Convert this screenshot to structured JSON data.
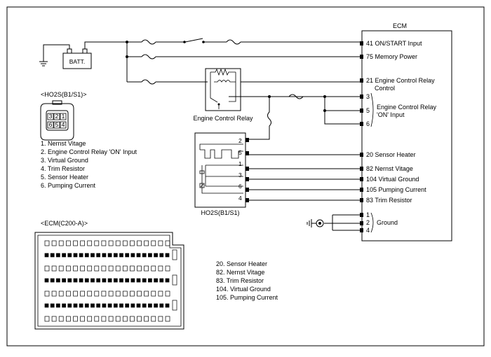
{
  "ecm": {
    "title": "ECM",
    "pins": [
      {
        "num": "41",
        "label": "ON/START Input"
      },
      {
        "num": "75",
        "label": "Memory Power"
      },
      {
        "num": "21",
        "label": "Engine Control Relay"
      },
      {
        "num": "",
        "label": "Control"
      },
      {
        "num": "3",
        "label": ""
      },
      {
        "num": "5",
        "label": ""
      },
      {
        "num": "6",
        "label": ""
      },
      {
        "num": "20",
        "label": "Sensor Heater"
      },
      {
        "num": "82",
        "label": "Nernst Vitage"
      },
      {
        "num": "104",
        "label": "Virtual Ground"
      },
      {
        "num": "105",
        "label": "Pumping Current"
      },
      {
        "num": "83",
        "label": "Trim Resistor"
      },
      {
        "num": "1",
        "label": ""
      },
      {
        "num": "2",
        "label": ""
      },
      {
        "num": "4",
        "label": ""
      }
    ],
    "relay_on_input": [
      "Engine Control Relay",
      "'ON' Input"
    ],
    "ground_label": "Ground"
  },
  "battery_label": "BATT.",
  "relay_label": "Engine Control Relay",
  "sensor": {
    "label": "HO2S(B1/S1)",
    "pins": [
      "2",
      "5",
      "1",
      "3",
      "6",
      "4"
    ]
  },
  "ho2s_connector": {
    "title": "<HO2S(B1/S1)>",
    "pin_numbers": [
      "3",
      "2",
      "1",
      "6",
      "5",
      "4"
    ],
    "legend": [
      "1. Nernst Vitage",
      "2. Engine Control Relay 'ON' Input",
      "3. Virtual Ground",
      "4. Trim Resistor",
      "5. Sensor Heater",
      "6. Pumping Current"
    ]
  },
  "ecm_connector": {
    "title": "<ECM(C200-A)>",
    "legend": [
      "20. Sensor Heater",
      "82. Nernst Vitage",
      "83. Trim Resistor",
      "104. Virtual Ground",
      "105. Pumping Current"
    ]
  }
}
